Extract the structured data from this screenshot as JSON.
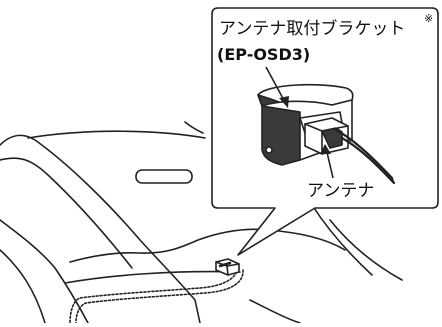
{
  "figure": {
    "callout_title": "アンテナ取付ブラケット",
    "callout_title_mark": "※",
    "callout_model": "(EP-OSD3)",
    "antenna_label": "アンテナ"
  },
  "colors": {
    "stroke": "#222222",
    "fill": "#ffffff"
  }
}
